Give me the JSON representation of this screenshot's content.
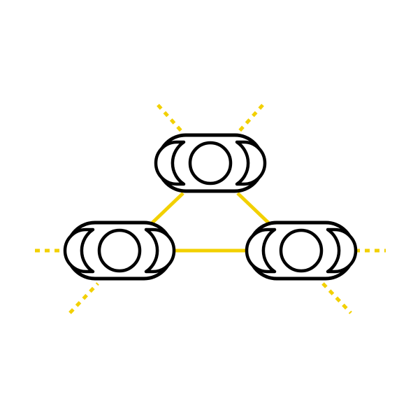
{
  "diagram": {
    "colors": {
      "background": "#ffffff",
      "connector": "#f2d000",
      "outline": "#000000"
    },
    "nodes": [
      {
        "id": "node-top",
        "icon": "triple-circle-pill-icon"
      },
      {
        "id": "node-left",
        "icon": "triple-circle-pill-icon"
      },
      {
        "id": "node-right",
        "icon": "triple-circle-pill-icon"
      }
    ],
    "connections": [
      {
        "from": "node-top",
        "to": "node-left",
        "style": "solid"
      },
      {
        "from": "node-top",
        "to": "node-right",
        "style": "solid"
      },
      {
        "from": "node-left",
        "to": "node-right",
        "style": "solid"
      }
    ],
    "external_links": [
      {
        "node": "node-top",
        "direction": "upper-left",
        "style": "dotted"
      },
      {
        "node": "node-top",
        "direction": "upper-right",
        "style": "dotted"
      },
      {
        "node": "node-left",
        "direction": "left",
        "style": "dotted"
      },
      {
        "node": "node-left",
        "direction": "lower-left",
        "style": "dotted"
      },
      {
        "node": "node-right",
        "direction": "right",
        "style": "dotted"
      },
      {
        "node": "node-right",
        "direction": "lower-right",
        "style": "dotted"
      }
    ]
  }
}
